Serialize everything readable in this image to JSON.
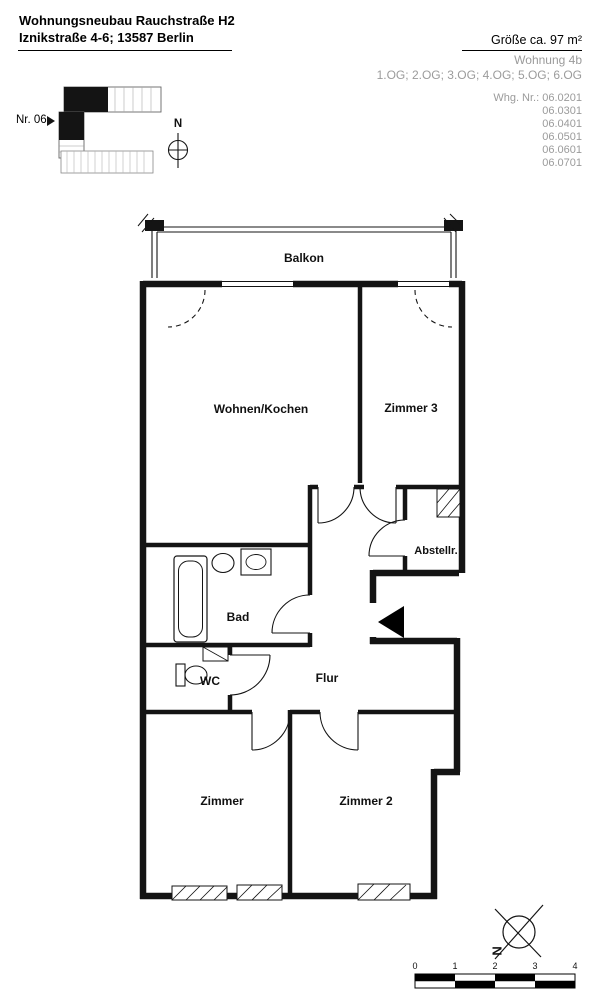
{
  "header": {
    "project_line1": "Wohnungsneubau Rauchstraße H2",
    "project_line2": "Iznikstraße 4-6; 13587 Berlin",
    "size": "Größe ca. 97 m²",
    "unit_name": "Wohnung 4b",
    "floors": "1.OG; 2.OG; 3.OG; 4.OG; 5.OG; 6.OG",
    "unit_numbers_label": "Whg. Nr.: 06.0201",
    "unit_numbers": [
      "06.0301",
      "06.0401",
      "06.0501",
      "06.0601",
      "06.0701"
    ]
  },
  "site_plan": {
    "building_label": "Nr. 06",
    "north_label": "N"
  },
  "floor_plan": {
    "rooms": {
      "balkon": "Balkon",
      "wohnen_kochen": "Wohnen/Kochen",
      "zimmer3": "Zimmer 3",
      "abstellraum": "Abstellr.",
      "bad": "Bad",
      "wc": "WC",
      "flur": "Flur",
      "zimmer": "Zimmer",
      "zimmer2": "Zimmer 2"
    }
  },
  "compass": {
    "north_label": "N"
  },
  "scale_bar": {
    "ticks": [
      "0",
      "1",
      "2",
      "3",
      "4"
    ]
  }
}
